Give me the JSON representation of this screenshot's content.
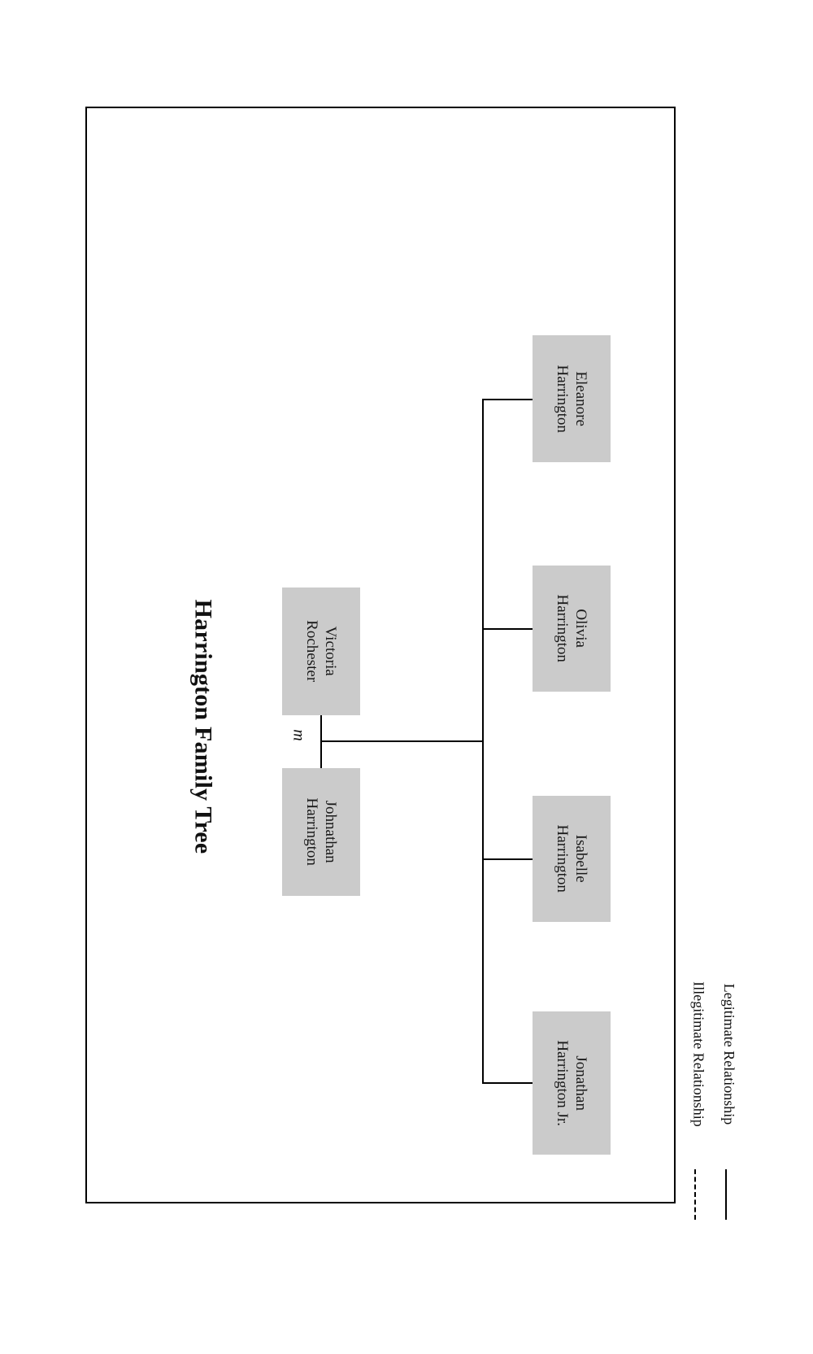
{
  "diagram": {
    "title": "Harrington Family Tree",
    "marriage_symbol": "m",
    "people": {
      "johnathan": {
        "line1": "Johnathan",
        "line2": "Harrington"
      },
      "victoria": {
        "line1": "Victoria",
        "line2": "Rochester"
      },
      "jonathan_jr": {
        "line1": "Jonathan",
        "line2": "Harrington Jr."
      },
      "isabelle": {
        "line1": "Isabelle",
        "line2": "Harrington"
      },
      "olivia": {
        "line1": "Olivia",
        "line2": "Harrington"
      },
      "eleanore": {
        "line1": "Eleanore",
        "line2": "Harrington"
      }
    },
    "legend": {
      "illegitimate": "Illegitimate Relationship",
      "legitimate": "Legitimate Relationship"
    },
    "colors": {
      "node_fill": "#cbcbcb",
      "line": "#000000",
      "text": "#1a1a1a",
      "background": "#ffffff"
    }
  }
}
